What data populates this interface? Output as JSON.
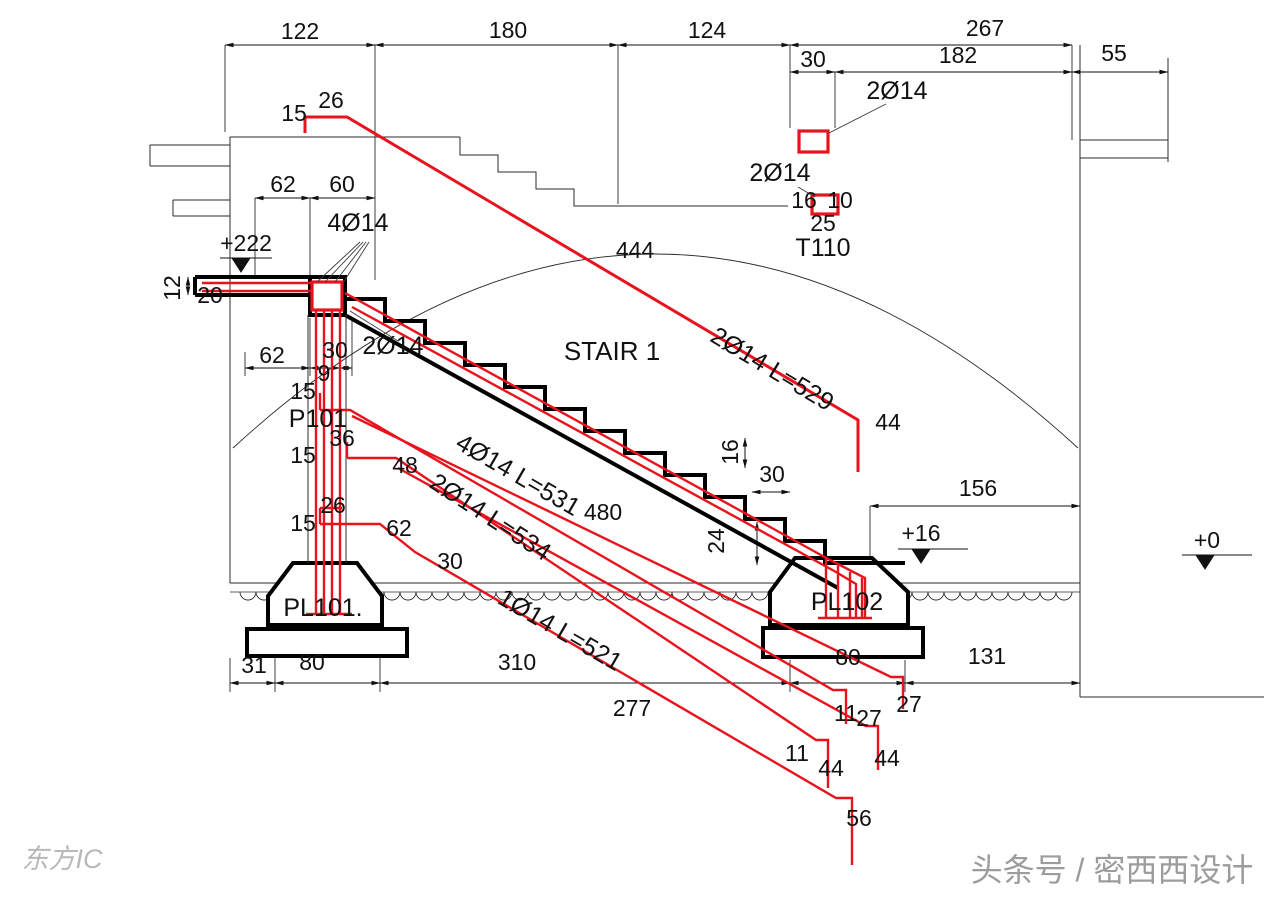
{
  "elements": {
    "stair": "STAIR 1",
    "column": "P101",
    "footing_left": "PL101.",
    "footing_right": "PL102"
  },
  "levels": {
    "top": "+222",
    "mid": "+16",
    "zero": "+0"
  },
  "rebar": {
    "beam_top": "4Ø14",
    "beam_bottom": "2Ø14",
    "stirrup_top": "2Ø14",
    "stirrup_mid": "2Ø14",
    "stirrup_name": "T110",
    "bar_incline": "2Ø14 L=529",
    "bar_main": "4Ø14 L=531",
    "bar_secondary": "2Ø14 L=534",
    "bar_distribution": "1Ø14 L=521"
  },
  "dims": {
    "t122": "122",
    "t180": "180",
    "t124": "124",
    "t267": "267",
    "t30_top": "30",
    "t182": "182",
    "t55": "55",
    "t15_a": "15",
    "t26_a": "26",
    "t16_st": "16",
    "t10_st": "10",
    "t25_st": "25",
    "t12": "12",
    "t20": "20",
    "t62_a": "62",
    "t60": "60",
    "t444": "444",
    "t44_a": "44",
    "t62_b": "62",
    "t30_b": "30",
    "t9": "9",
    "t15_b": "15",
    "t36": "36",
    "t15_c": "15",
    "t48": "48",
    "t480": "480",
    "t26_b": "26",
    "t15_d": "15",
    "t62_c": "62",
    "t30_c": "30",
    "t16_v": "16",
    "t30_d": "30",
    "t24": "24",
    "t156": "156",
    "t31": "31",
    "t80_a": "80",
    "t310": "310",
    "t80_b": "80",
    "t131": "131",
    "t277": "277",
    "t11_a": "11",
    "t27_a": "27",
    "t27_b": "27",
    "t11_b": "11",
    "t44_b": "44",
    "t44_c": "44",
    "t56": "56"
  },
  "watermark": {
    "logo": "东方IC",
    "credit": "头条号 / 密西西设计"
  }
}
